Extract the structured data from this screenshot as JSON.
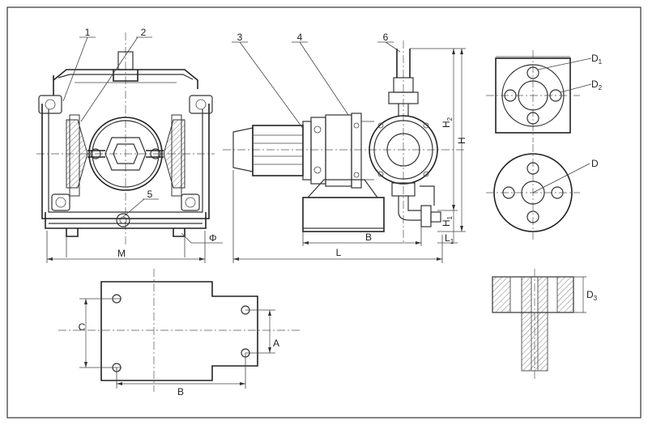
{
  "drawing": {
    "border_color": "#333333",
    "line_color": "#333333",
    "background": "#ffffff"
  },
  "callouts": {
    "c1": "1",
    "c2": "2",
    "c3": "3",
    "c4": "4",
    "c5": "5",
    "c6": "6"
  },
  "front_view": {
    "dim_M": "M",
    "dim_phi": "Φ"
  },
  "side_view": {
    "dim_H": "H",
    "dim_H2": "H",
    "dim_H2_sub": "2",
    "dim_H1": "H",
    "dim_H1_sub": "1",
    "dim_L": "L",
    "dim_L1": "L",
    "dim_L1_sub": "1",
    "dim_B": "B"
  },
  "flange_views": {
    "dim_D1": "D",
    "dim_D1_sub": "1",
    "dim_D2": "D",
    "dim_D2_sub": "2",
    "dim_D": "D",
    "dim_D3": "D",
    "dim_D3_sub": "3"
  },
  "base_plan": {
    "dim_A": "A",
    "dim_B": "B",
    "dim_C": "C"
  }
}
